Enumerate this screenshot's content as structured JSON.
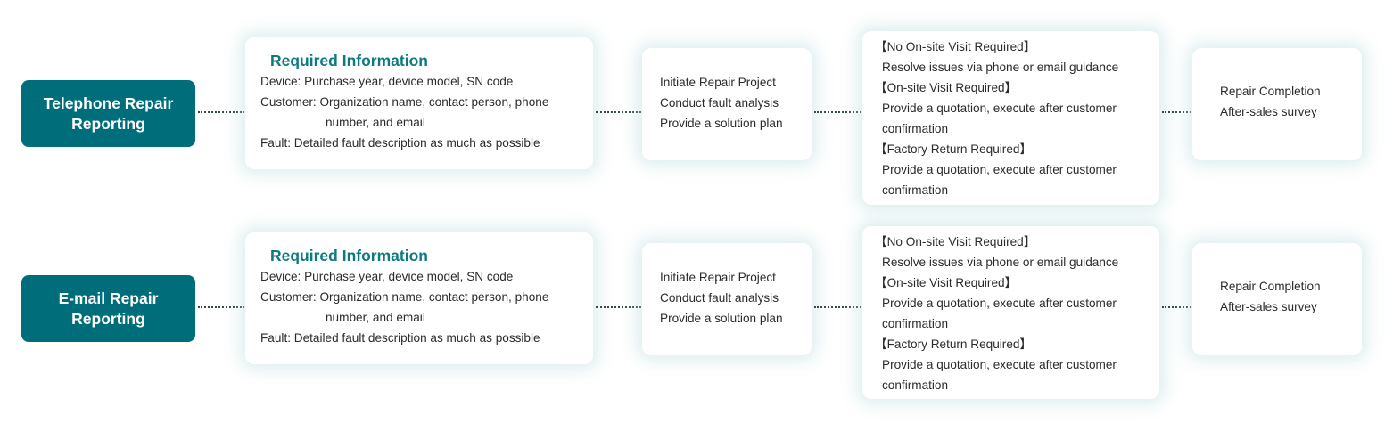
{
  "colors": {
    "accent": "#006e7a",
    "title_teal": "#0d7a80",
    "text": "#2b2b2b"
  },
  "rows": [
    {
      "source": "Telephone Repair Reporting",
      "info": {
        "title": "Required Information",
        "device": "Device: Purchase year, device model, SN code",
        "customer_1": "Customer: Organization name, contact person, phone",
        "customer_2": "number, and email",
        "fault": "Fault: Detailed fault description as much as possible"
      },
      "steps": [
        "Initiate Repair Project",
        "Conduct fault analysis",
        "Provide a solution plan"
      ],
      "branches": [
        {
          "tag": "【No On-site Visit Required】",
          "desc": [
            "Resolve issues via phone or email guidance"
          ]
        },
        {
          "tag": "【On-site Visit Required】",
          "desc": [
            "Provide a quotation, execute after customer",
            "confirmation"
          ]
        },
        {
          "tag": "【Factory Return Required】",
          "desc": [
            "Provide a quotation, execute after customer",
            "confirmation"
          ]
        }
      ],
      "completion": [
        "Repair Completion",
        "After-sales survey"
      ]
    },
    {
      "source": "E-mail Repair Reporting",
      "info": {
        "title": "Required Information",
        "device": "Device: Purchase year, device model, SN code",
        "customer_1": "Customer: Organization name, contact person, phone",
        "customer_2": "number, and email",
        "fault": "Fault: Detailed fault description as much as possible"
      },
      "steps": [
        "Initiate Repair Project",
        "Conduct fault analysis",
        "Provide a solution plan"
      ],
      "branches": [
        {
          "tag": "【No On-site Visit Required】",
          "desc": [
            "Resolve issues via phone or email guidance"
          ]
        },
        {
          "tag": "【On-site Visit Required】",
          "desc": [
            "Provide a quotation, execute after customer",
            "confirmation"
          ]
        },
        {
          "tag": "【Factory Return Required】",
          "desc": [
            "Provide a quotation, execute after customer",
            "confirmation"
          ]
        }
      ],
      "completion": [
        "Repair Completion",
        "After-sales survey"
      ]
    }
  ]
}
